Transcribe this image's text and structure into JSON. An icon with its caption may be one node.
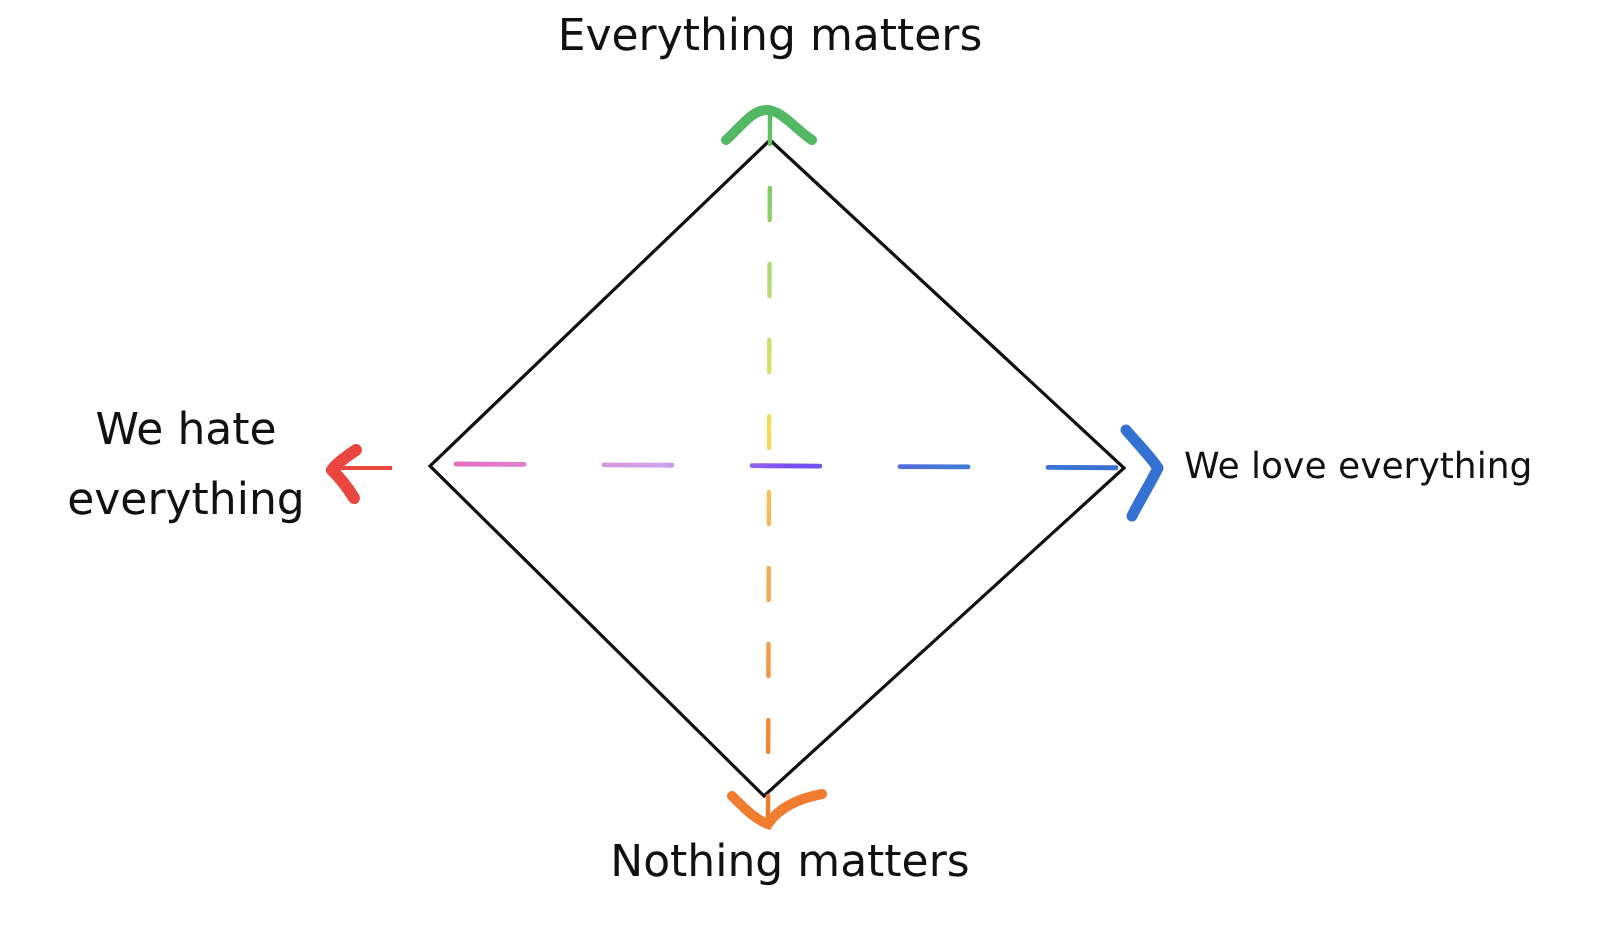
{
  "diagram": {
    "labels": [
      "Everything matters",
      "We hate everything",
      "We love everything",
      "Nothing matters"
    ]
  }
}
